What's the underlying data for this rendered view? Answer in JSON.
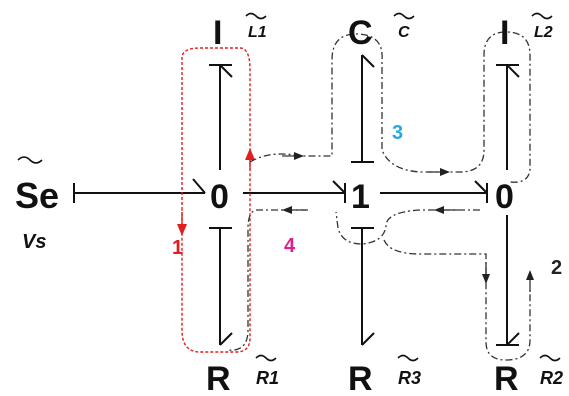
{
  "nodes": {
    "se": "Se",
    "junction0_left": "0",
    "junction1": "1",
    "junction0_right": "0",
    "inertia1": "I",
    "capacitor": "C",
    "inertia2": "I",
    "resistor1": "R",
    "resistor3": "R",
    "resistor2": "R"
  },
  "params": {
    "se": "Vs",
    "inertia1": "L1",
    "capacitor": "C",
    "inertia2": "L2",
    "resistor1": "R1",
    "resistor3": "R3",
    "resistor2": "R2"
  },
  "loops": [
    {
      "label": "1",
      "color": "#e02020"
    },
    {
      "label": "2",
      "color": "#222222"
    },
    {
      "label": "3",
      "color": "#29a8e0"
    },
    {
      "label": "4",
      "color": "#e0208a"
    }
  ]
}
